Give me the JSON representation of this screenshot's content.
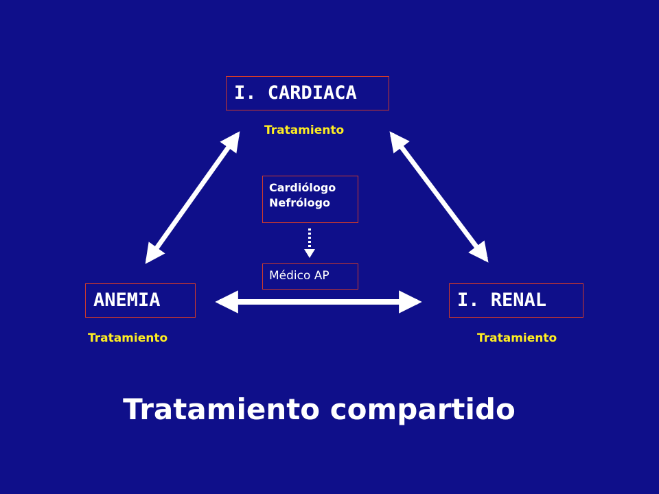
{
  "nodes": {
    "cardiaca": {
      "label": "I. CARDIACA",
      "note": "Tratamiento"
    },
    "anemia": {
      "label": "ANEMIA",
      "note": "Tratamiento"
    },
    "renal": {
      "label": "I. RENAL",
      "note": "Tratamiento"
    }
  },
  "center": {
    "specialists": [
      "Cardiólogo",
      "Nefrólogo"
    ],
    "primary_care": "Médico AP"
  },
  "title": "Tratamiento compartido",
  "colors": {
    "background": "#0f0f8a",
    "box_border": "#d03a2a",
    "note_text": "#ffee22",
    "arrow": "#ffffff"
  }
}
